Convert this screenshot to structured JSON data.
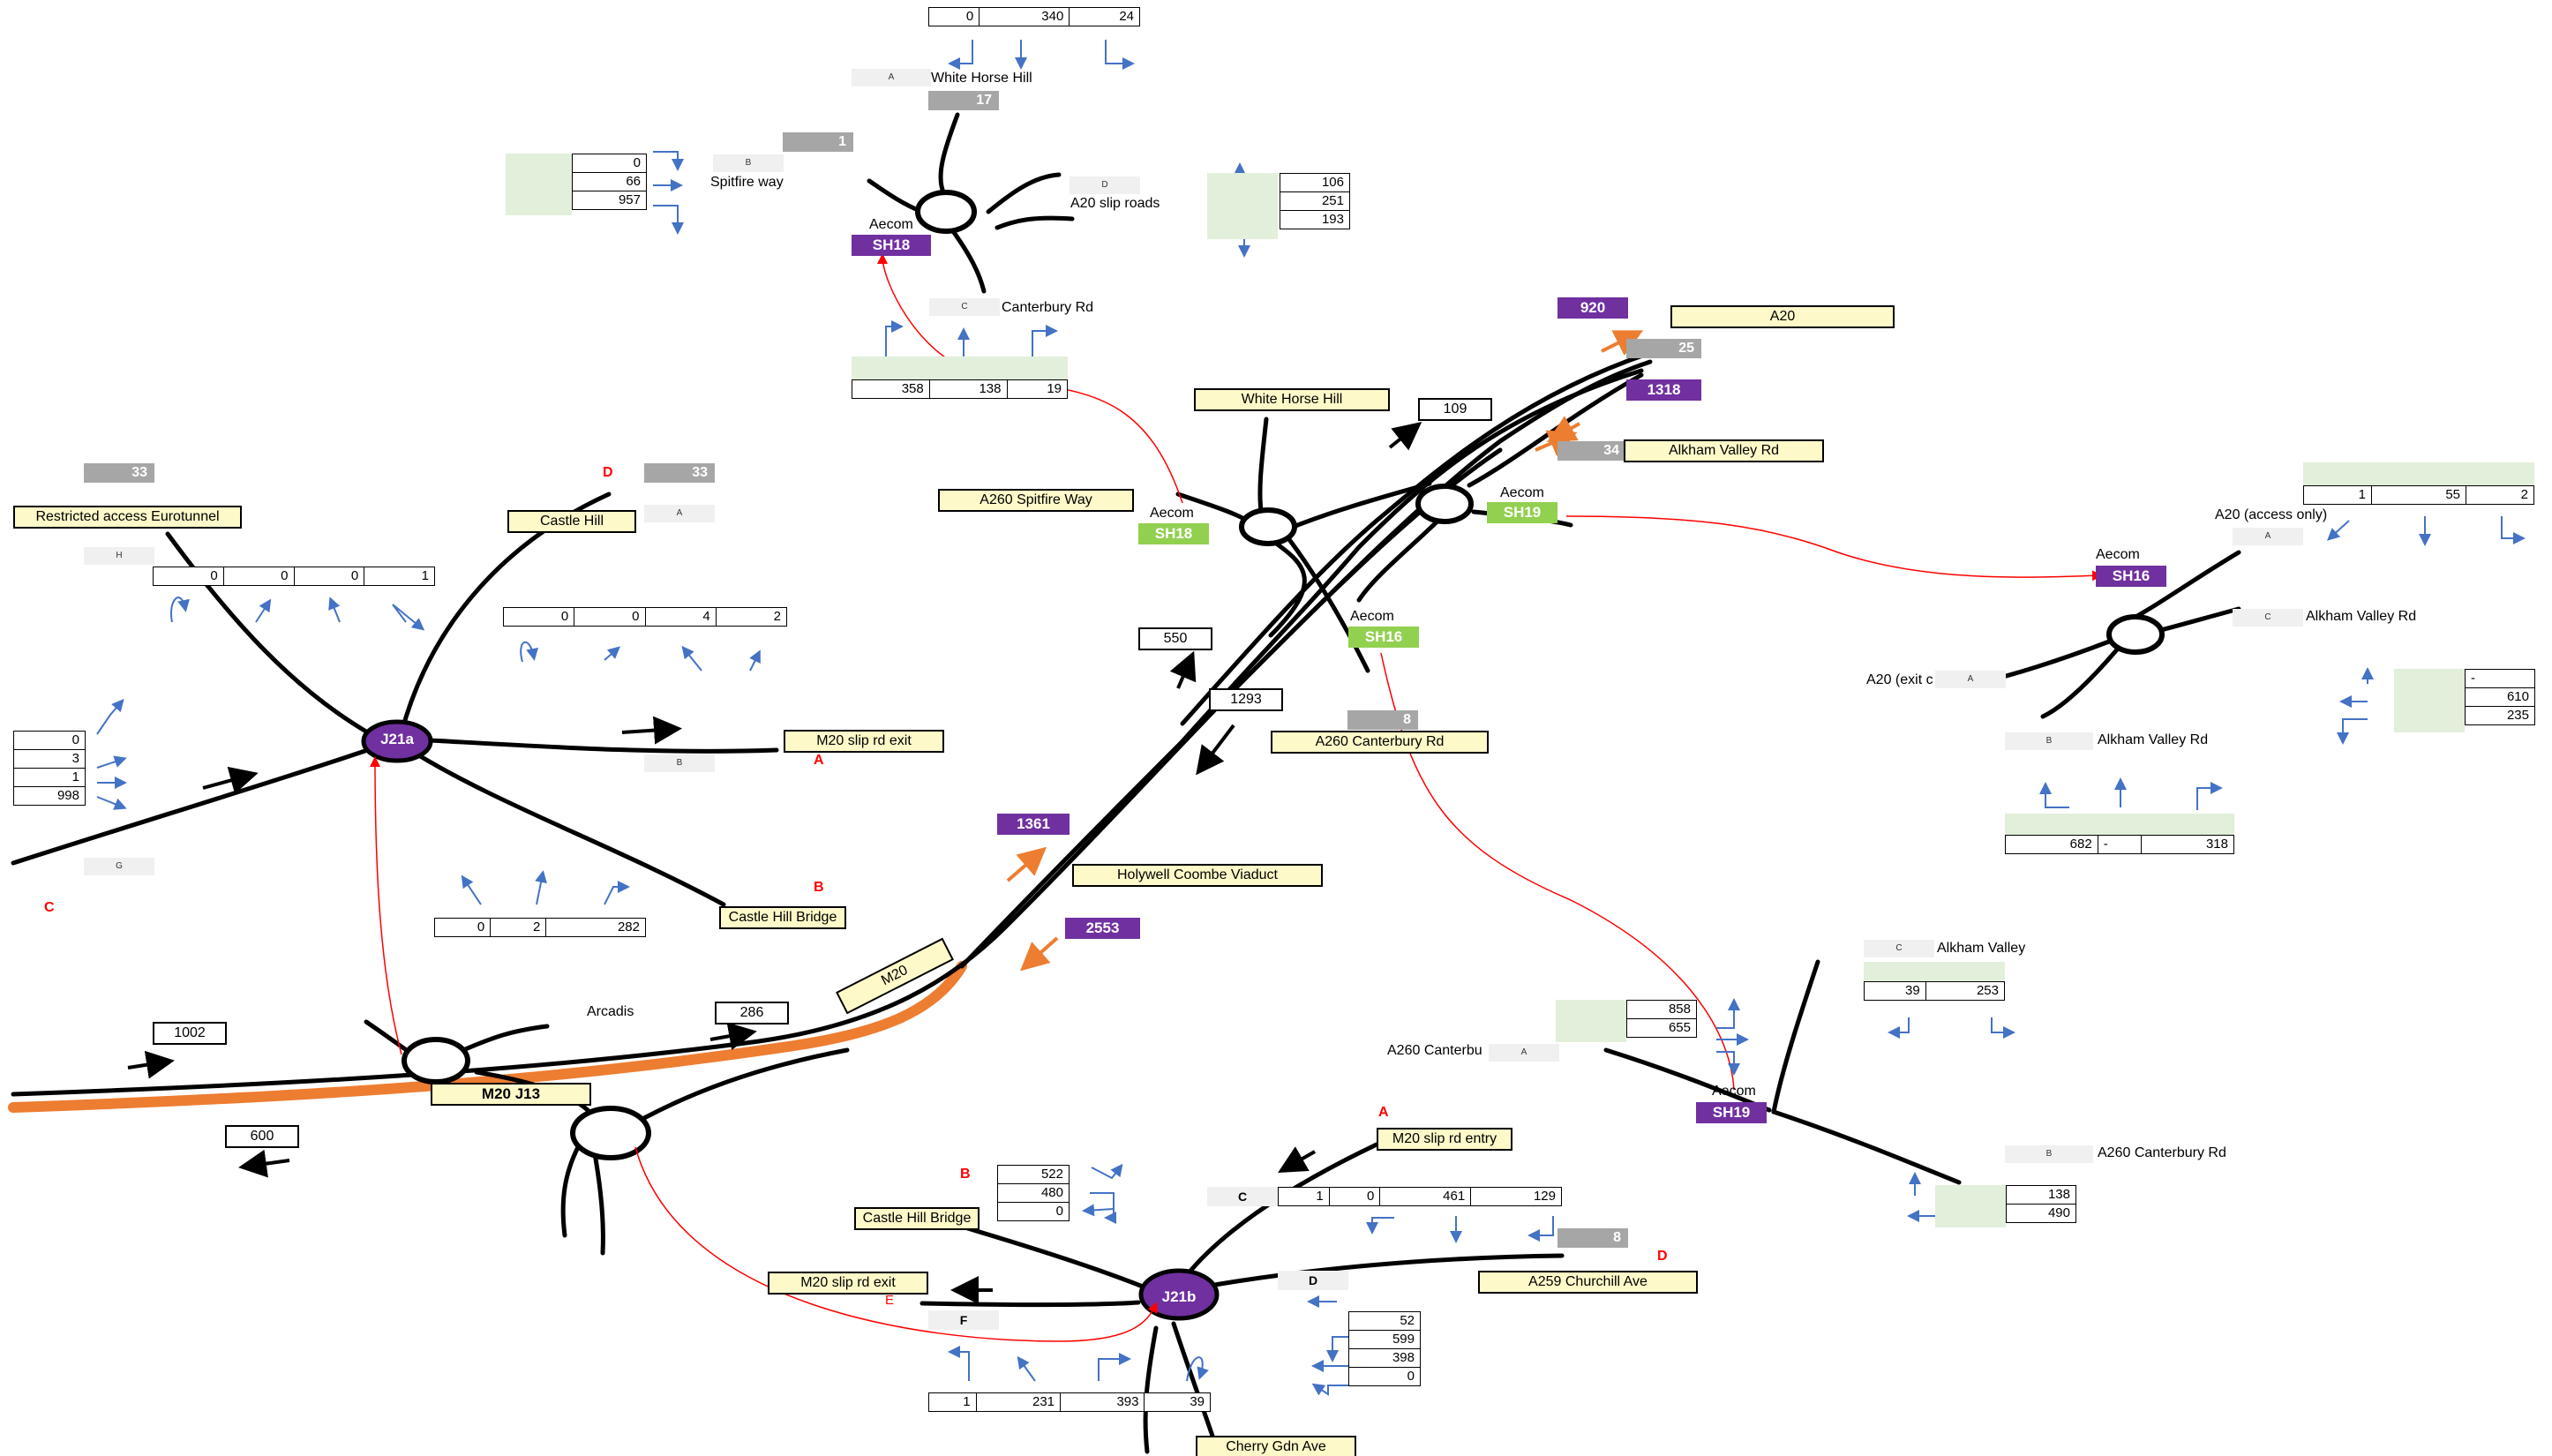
{
  "colors": {
    "roundabout_fill": "#ffffff",
    "road": "#000000",
    "motorway": "#ed7d31",
    "link_line": "#ff0000",
    "turn_arrow": "#4472c4",
    "purple": "#7030a0",
    "green": "#92d050",
    "grey": "#a6a6a6",
    "label_fill": "#fdf9c9",
    "green_fill": "#e2efda"
  },
  "survey_label": "Aecom",
  "arcadis_label": "Arcadis",
  "j13": {
    "label": "M20 J13",
    "m20_label": "M20",
    "flow_1002": "1002",
    "flow_600": "600",
    "flow_286": "286"
  },
  "j21a": {
    "badge": "J21a",
    "road_labels": {
      "restricted": "Restricted access Eurotunnel",
      "castle_hill": "Castle Hill",
      "m20_exit": "M20 slip rd exit",
      "castle_hill_bridge": "Castle Hill Bridge"
    },
    "arm_letters": {
      "a_gray": "A",
      "b_gray": "B",
      "h_gray": "H",
      "g_gray": "G",
      "d_red": "D",
      "a_red": "A",
      "b_red": "B",
      "c_red": "C"
    },
    "grey_33_left": "33",
    "grey_33_right": "33",
    "table_h": [
      "0",
      "0",
      "0",
      "1"
    ],
    "table_a": [
      "0",
      "0",
      "4",
      "2"
    ],
    "table_g": [
      "0",
      "3",
      "1",
      "998"
    ],
    "table_b": [
      "0",
      "2",
      "282"
    ]
  },
  "sh18": {
    "badge": "SH18",
    "grey_17": "17",
    "grey_1": "1",
    "arm_letters": {
      "a": "A",
      "b": "B",
      "c": "C",
      "d": "D"
    },
    "arm_names": {
      "a": "White Horse Hill",
      "b": "Spitfire way",
      "c": "Canterbury Rd",
      "d": "A20 slip roads"
    },
    "table_a": [
      "0",
      "340",
      "24"
    ],
    "table_b": [
      "0",
      "66",
      "957"
    ],
    "table_c": [
      "358",
      "138",
      "19"
    ],
    "table_d": [
      "106",
      "251",
      "193"
    ]
  },
  "mid": {
    "white_horse_hill": "White Horse Hill",
    "a260_spitfire": "A260 Spitfire Way",
    "a20": "A20",
    "alkham_valley_rd": "Alkham Valley Rd",
    "a260_canterbury": "A260 Canterbury Rd",
    "holywell": "Holywell Coombe Viaduct",
    "sh18_badge": "SH18",
    "sh19_badge": "SH19",
    "sh16_badge": "SH16",
    "flow_920": "920",
    "flow_25": "25",
    "flow_1318": "1318",
    "flow_34": "34",
    "flow_109": "109",
    "flow_550": "550",
    "flow_1293": "1293",
    "flow_8": "8",
    "flow_1361": "1361",
    "flow_2553": "2553"
  },
  "sh16": {
    "badge": "SH16",
    "arm_letters": {
      "a_top": "A",
      "c": "C",
      "a_left": "A",
      "b": "B"
    },
    "arm_names": {
      "a_top": "A20 (access only)",
      "c": "Alkham Valley Rd",
      "a_left": "A20 (exit c",
      "b": "Alkham Valley Rd"
    },
    "table_a": [
      "1",
      "55",
      "2"
    ],
    "table_c": [
      "-",
      "610",
      "235"
    ],
    "table_b": [
      "682",
      "-",
      "318"
    ]
  },
  "sh19": {
    "badge": "SH19",
    "arm_letters": {
      "c": "C",
      "a": "A",
      "b": "B"
    },
    "arm_names": {
      "c": "Alkham Valley",
      "a": "A260 Canterbu",
      "b": "A260 Canterbury Rd"
    },
    "table_c": [
      "39",
      "253"
    ],
    "table_a": [
      "858",
      "655"
    ],
    "table_b": [
      "138",
      "490"
    ]
  },
  "j21b": {
    "badge": "J21b",
    "road_labels": {
      "m20_entry": "M20 slip rd entry",
      "castle_hill_bridge": "Castle Hill Bridge",
      "m20_exit": "M20 slip rd exit",
      "a259": "A259 Churchill Ave",
      "cherry": "Cherry Gdn Ave"
    },
    "arm_letters": {
      "c": "C",
      "d": "D",
      "f": "F"
    },
    "red_letters": {
      "a": "A",
      "b": "B",
      "d": "D",
      "e": "E"
    },
    "grey_8": "8",
    "table_b": [
      "522",
      "480",
      "0"
    ],
    "table_c": [
      "1",
      "0",
      "461",
      "129"
    ],
    "table_d": [
      "52",
      "599",
      "398",
      "0"
    ],
    "table_f": [
      "1",
      "231",
      "393",
      "39"
    ]
  }
}
